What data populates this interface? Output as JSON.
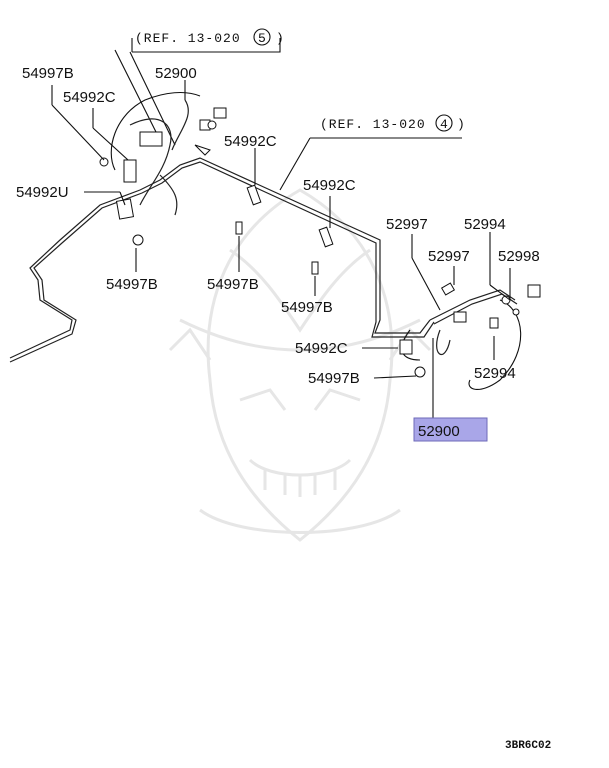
{
  "diagram": {
    "references": [
      {
        "text": "(REF. 13-020",
        "circled_number": "5",
        "close": ")"
      },
      {
        "text": "(REF. 13-020",
        "circled_number": "4",
        "close": ")"
      }
    ],
    "part_labels": [
      "54997B",
      "52900",
      "54992C",
      "54992C",
      "54992U",
      "54992C",
      "54997B",
      "54997B",
      "54997B",
      "52997",
      "52994",
      "52997",
      "52998",
      "54992C",
      "54997B",
      "52994"
    ],
    "highlighted_part": "52900",
    "highlight_color": "#a9a6e8",
    "diagram_code": "3BR6C02"
  }
}
